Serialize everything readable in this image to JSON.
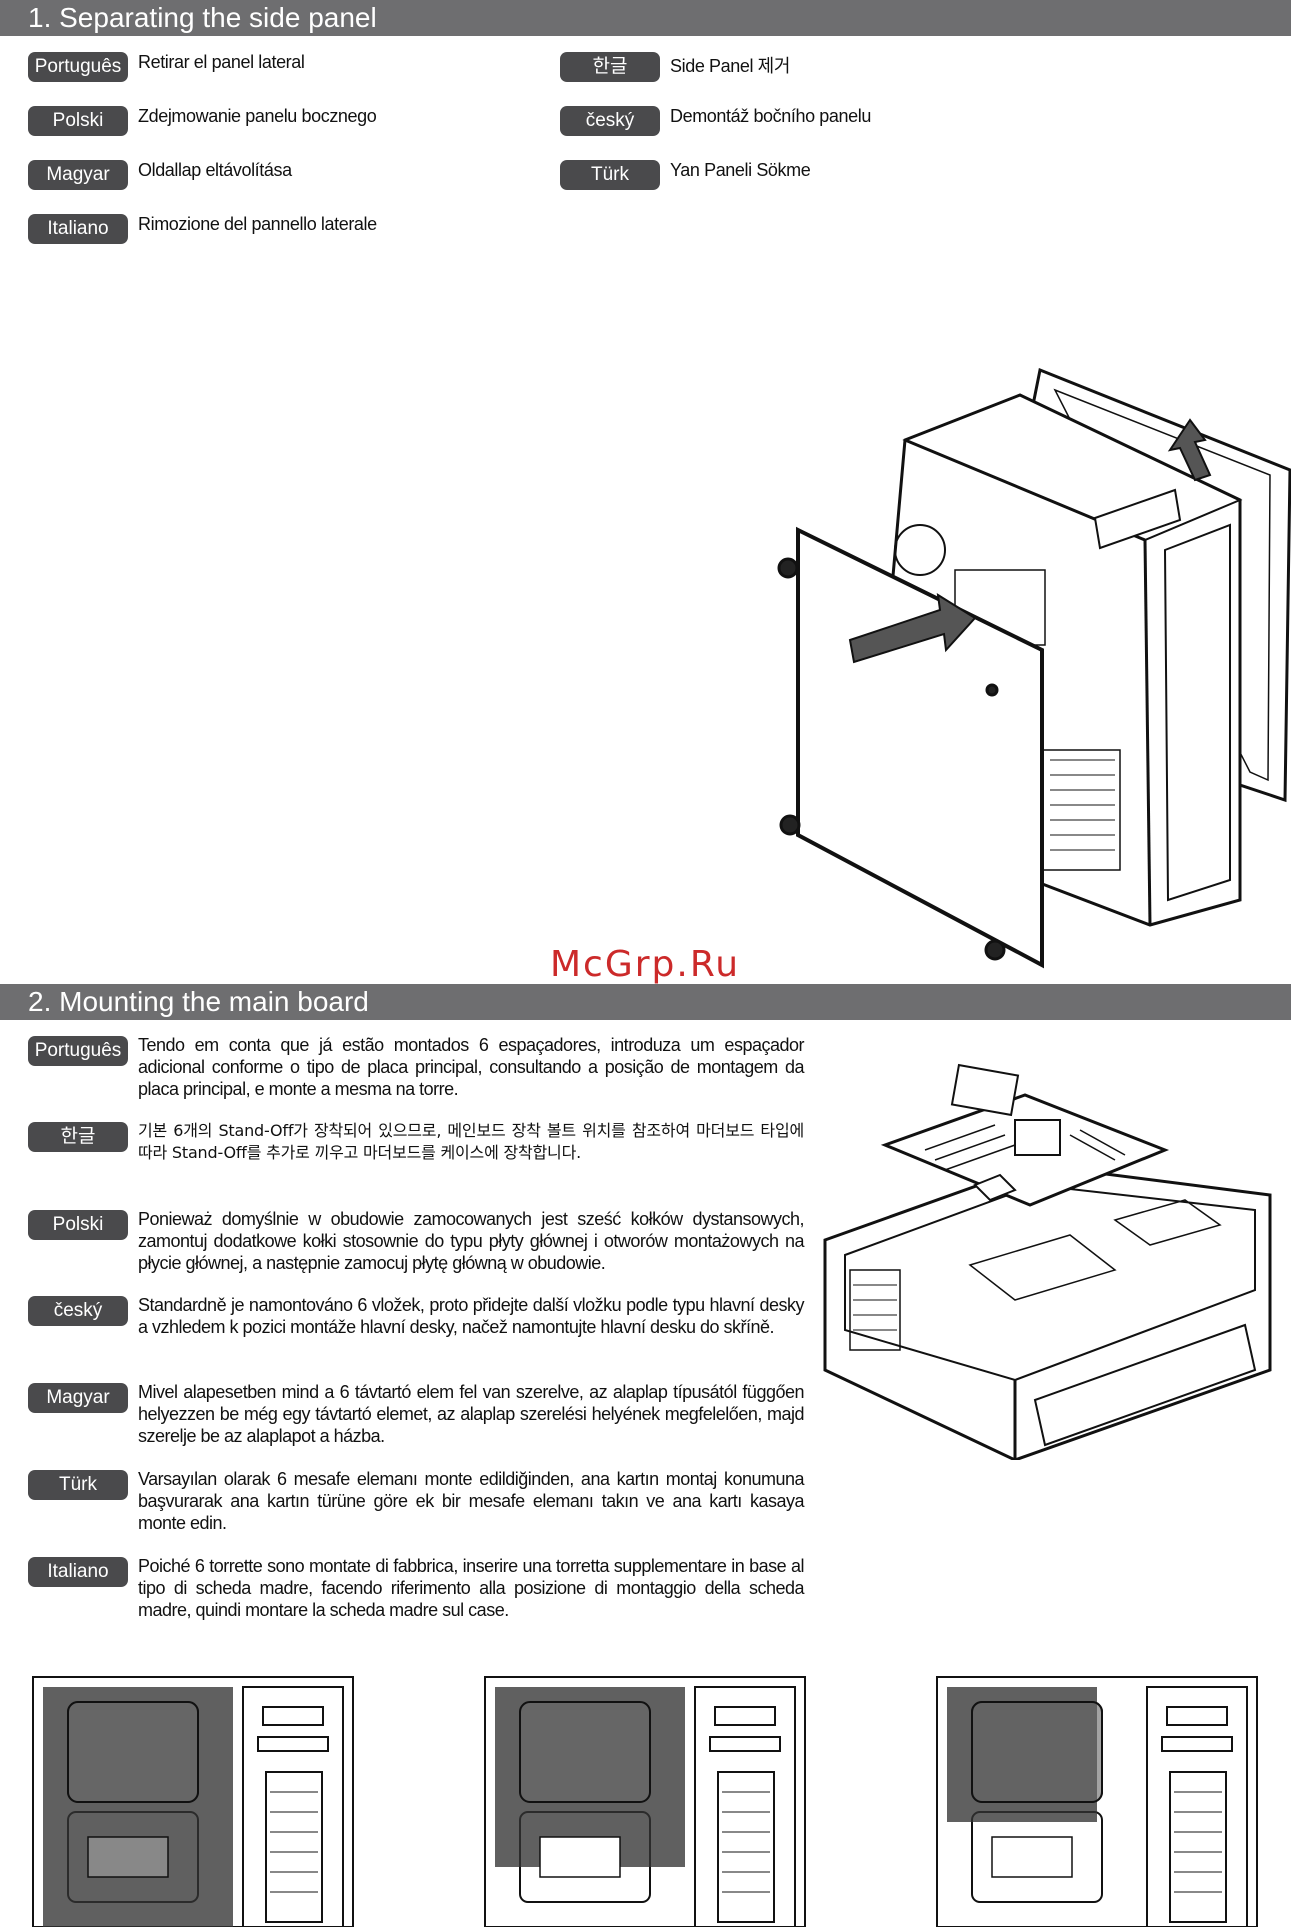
{
  "section1": {
    "title": "1. Separating the side panel",
    "items": [
      {
        "lang": "Português",
        "text": "Retirar el panel lateral"
      },
      {
        "lang": "Polski",
        "text": "Zdejmowanie panelu bocznego"
      },
      {
        "lang": "Magyar",
        "text": "Oldallap eltávolítása"
      },
      {
        "lang": "Italiano",
        "text": "Rimozione del pannello laterale"
      },
      {
        "lang": "한글",
        "text": "Side Panel 제거"
      },
      {
        "lang": "český",
        "text": "Demontáž bočního panelu"
      },
      {
        "lang": "Türk",
        "text": "Yan Paneli Sökme"
      }
    ]
  },
  "watermark": "McGrp.Ru",
  "section2": {
    "title": "2. Mounting the main board",
    "items": [
      {
        "lang": "Português",
        "text": "Tendo em conta que já estão montados 6 espaçadores, introduza um espaçador adicional conforme o tipo de placa principal, consultando a posição de montagem da placa principal, e monte a mesma na torre."
      },
      {
        "lang": "한글",
        "text": "기본 6개의 Stand-Off가 장착되어 있으므로, 메인보드 장착 볼트 위치를 참조하여 마더보드 타입에 따라 Stand-Off를 추가로 끼우고 마더보드를 케이스에 장착합니다."
      },
      {
        "lang": "Polski",
        "text": "Ponieważ domyślnie w obudowie zamocowanych jest sześć kołków dystansowych, zamontuj dodatkowe kołki stosownie do typu płyty głównej i otworów montażowych na płycie głównej, a następnie zamocuj płytę główną w obudowie."
      },
      {
        "lang": "český",
        "text": "Standardně je namontováno 6 vložek, proto přidejte další vložku podle typu hlavní desky a vzhledem k pozici montáže hlavní desky, načež namontujte hlavní desku do skříně."
      },
      {
        "lang": "Magyar",
        "text": "Mivel alapesetben mind a 6 távtartó elem fel van szerelve, az alaplap típusától függően helyezzen be még egy távtartó elemet, az alaplap szerelési helyének megfelelően, majd szerelje be az alaplapot a házba."
      },
      {
        "lang": "Türk",
        "text": "Varsayılan olarak 6 mesafe elemanı monte edildiğinden, ana kartın montaj konumuna başvurarak ana kartın türüne göre ek bir mesafe elemanı takın ve ana kartı kasaya monte edin."
      },
      {
        "lang": "Italiano",
        "text": "Poiché 6 torrette sono montate di fabbrica, inserire una torretta supplementare in base al tipo di scheda madre, facendo riferimento alla posizione di montaggio della scheda madre, quindi montare la scheda madre sul case."
      }
    ]
  }
}
